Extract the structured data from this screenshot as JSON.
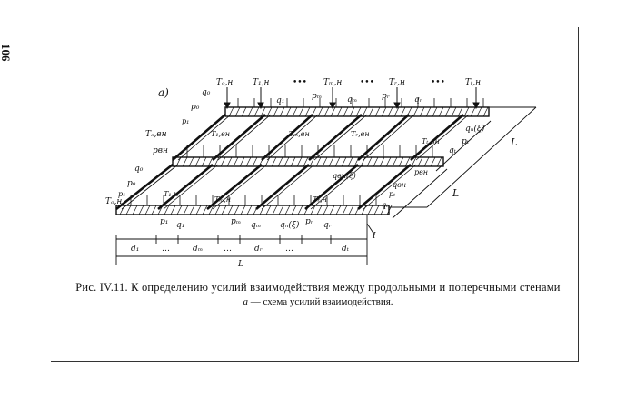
{
  "page": {
    "page_number": "106"
  },
  "figure": {
    "panel_label": "а)",
    "ruler": {
      "segments": [
        "d₁",
        "…",
        "dₘ",
        "…",
        "dᵣ",
        "…",
        "dₜ"
      ],
      "total": "L",
      "marker": "I"
    },
    "dimension_labels": [
      "L",
      "L"
    ],
    "top_labels": [
      "Tₒ,н",
      "T₁,н",
      "•••",
      "Tₘ,н",
      "•••",
      "Tᵣ,н",
      "•••",
      "Tₜ,н"
    ],
    "upper_beam_labels": [
      "q₀",
      "p₀",
      "q₁",
      "pₘ",
      "qₘ",
      "pᵣ",
      "qᵣ",
      "qₙ(ξ)",
      "pₜ",
      "qₜ"
    ],
    "upper_inner_labels": [
      "p₁",
      "T₁,вн",
      "Tₘ,вн",
      "Tᵣ,вн",
      "Tₜ,вн"
    ],
    "left_labels": [
      "Tₒ,вн",
      "pвн",
      "q₀",
      "p₀",
      "Tₒ,н"
    ],
    "middle_labels": [
      "p₁",
      "T₁,н",
      "Tₘ,н",
      "Tᵣ,н",
      "qвн(ξ)",
      "pвн",
      "qвн",
      "pₜ",
      "qₜ"
    ],
    "bottom_labels": [
      "p₁",
      "q₁",
      "pₘ",
      "qₘ",
      "qₙ(ξ)",
      "pᵣ",
      "qᵣ"
    ]
  },
  "caption": {
    "title": "Рис. IV.11. К определению усилий взаимодействия между продольными и поперечными стенами",
    "subtitle_label": "а",
    "subtitle_text": "— схема усилий взаимодействия."
  }
}
